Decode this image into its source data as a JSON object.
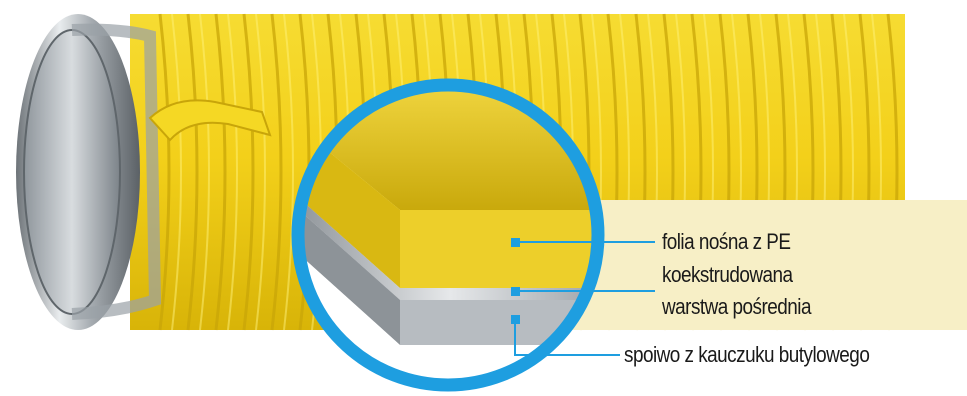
{
  "labels": {
    "carrier_film": "folia nośna z PE",
    "coextruded_line1": "koekstrudowana",
    "coextruded_line2": "warstwa pośrednia",
    "adhesive": "spoiwo z kauczuku butylowego"
  },
  "colors": {
    "tape_yellow": "#f2d21c",
    "magnifier_ring": "#1e9ee0",
    "label_panel": "#f7efc6",
    "leader_line": "#1e9ee0",
    "steel": "#b9bec4"
  }
}
